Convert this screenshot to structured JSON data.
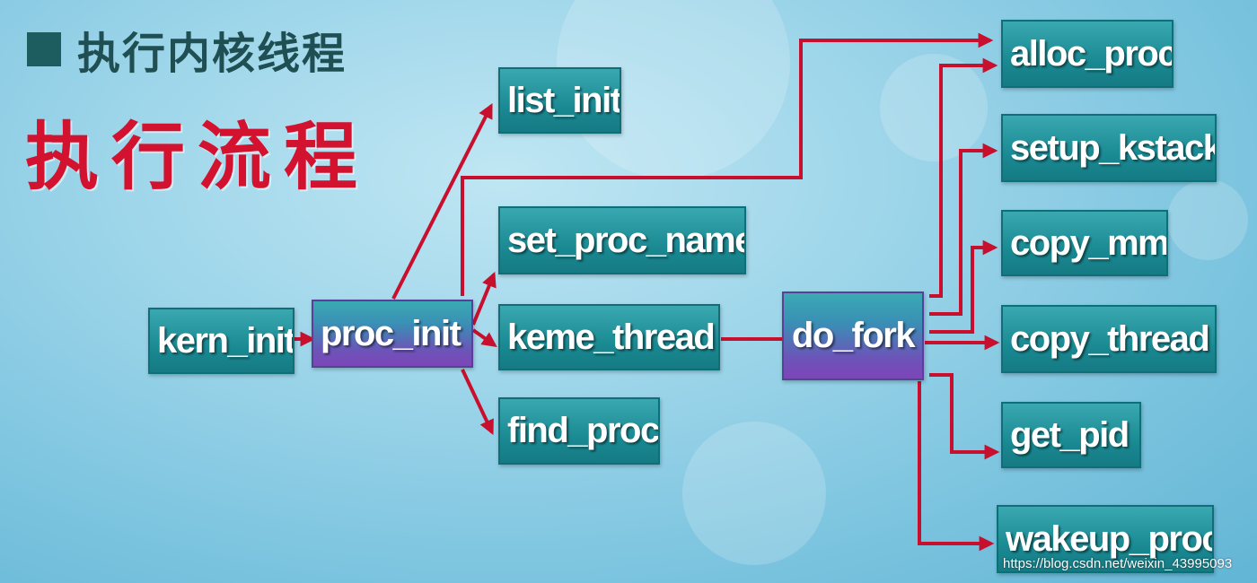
{
  "heading": "执行内核线程",
  "subheading": "执行流程",
  "nodes": {
    "kern_init": "kern_init",
    "proc_init": "proc_init",
    "list_init": "list_init",
    "set_proc_name": "set_proc_name",
    "keme_thread": "keme_thread",
    "find_proc": "find_proc",
    "do_fork": "do_fork",
    "alloc_proc": "alloc_proc",
    "setup_kstack": "setup_kstack",
    "copy_mm": "copy_mm",
    "copy_thread": "copy_thread",
    "get_pid": "get_pid",
    "wakeup_proc": "wakeup_proc"
  },
  "watermark": "https://blog.csdn.net/weixin_43995093",
  "colors": {
    "arrow": "#c8102e",
    "node_teal": "#1a8a93",
    "node_purple": "#7d45b9",
    "heading": "#1f4f52",
    "subheading": "#d2122e"
  }
}
